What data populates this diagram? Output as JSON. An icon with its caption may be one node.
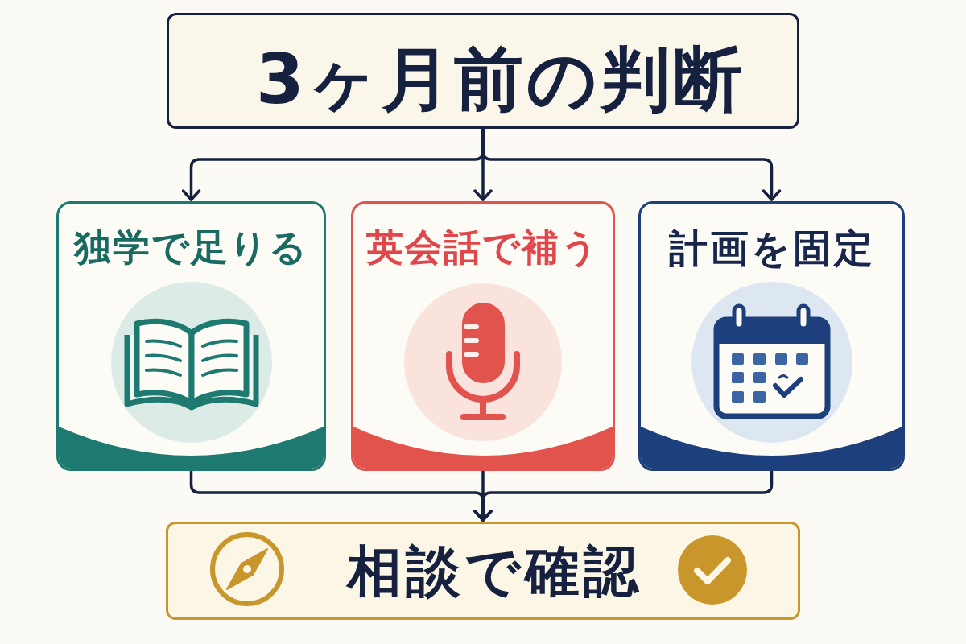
{
  "diagram": {
    "nodes": [
      {
        "text": [
          "3ヶ月前の判断"
        ]
      },
      {
        "text": [
          "独学で足りる"
        ]
      },
      {
        "text": [
          "英会話で補う"
        ]
      },
      {
        "text": [
          "計画を固定"
        ]
      },
      {
        "text": [
          "相談で確認"
        ]
      }
    ],
    "edges": [
      {
        "from": 0,
        "to": 1,
        "arrow": "to"
      },
      {
        "from": 0,
        "to": 2,
        "arrow": "to"
      },
      {
        "from": 0,
        "to": 3,
        "arrow": "to"
      },
      {
        "from": 1,
        "to": 4,
        "arrow": "to"
      },
      {
        "from": 2,
        "to": 4,
        "arrow": "to"
      },
      {
        "from": 3,
        "to": 4,
        "arrow": "to"
      }
    ]
  }
}
